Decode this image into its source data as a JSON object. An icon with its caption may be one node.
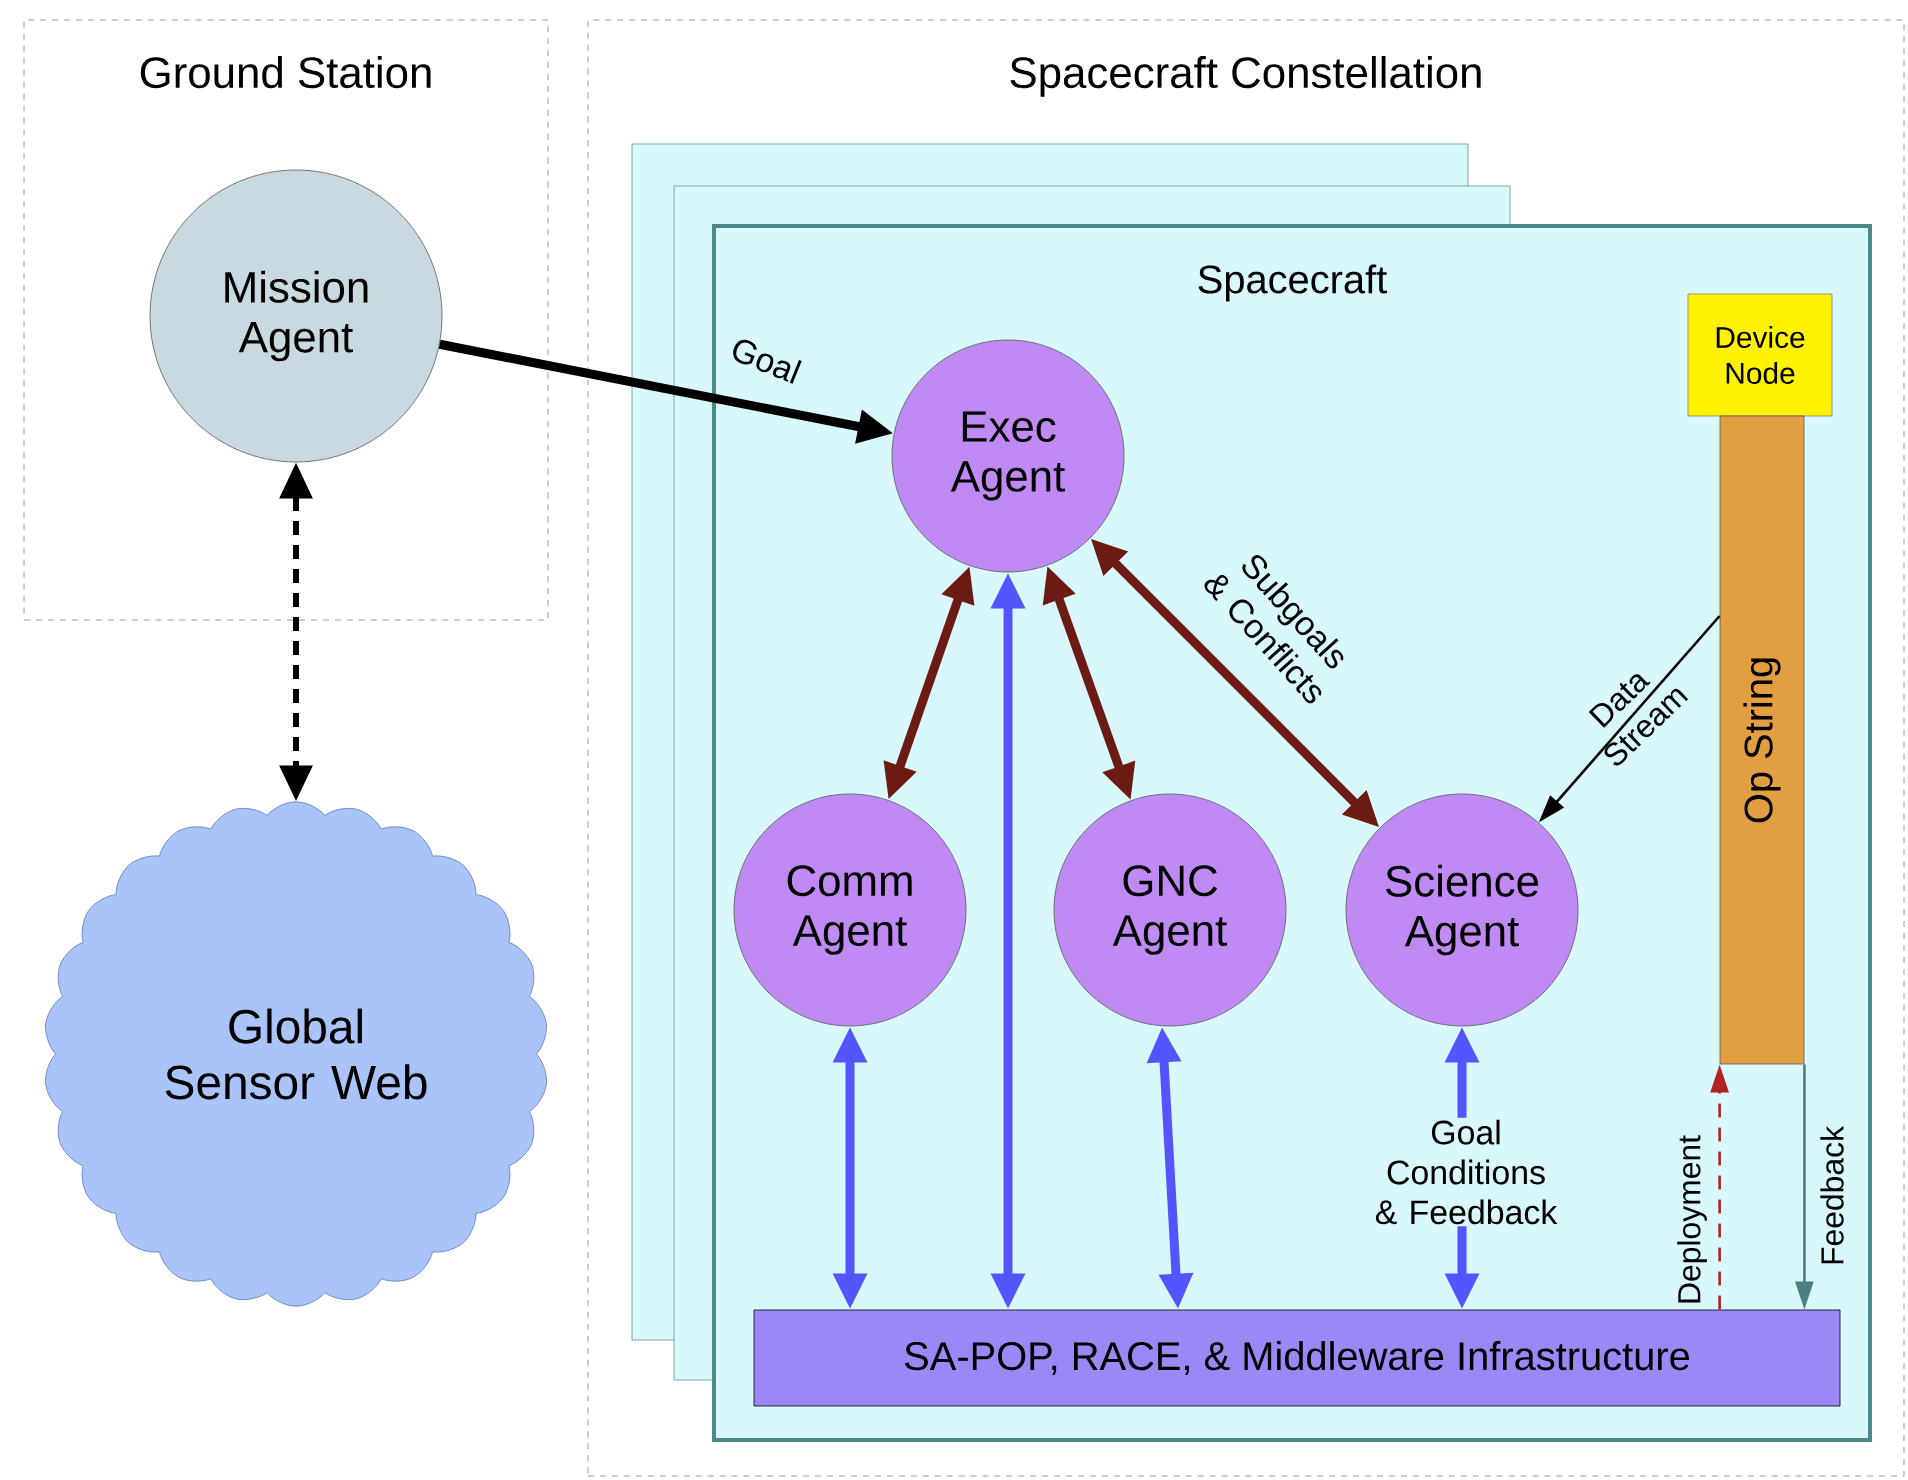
{
  "diagram": {
    "nodes": [
      {
        "text": [
          "Ground Station"
        ]
      },
      {
        "text": [
          "Mission Agent"
        ],
        "in": 0
      },
      {
        "text": [
          "Global Sensor Web"
        ]
      },
      {
        "text": [
          "Spacecraft Constellation"
        ]
      },
      {
        "text": [
          "Spacecraft"
        ],
        "in": 3
      },
      {
        "text": [
          "Exec Agent"
        ],
        "in": 4
      },
      {
        "text": [
          "Comm Agent"
        ],
        "in": 4
      },
      {
        "text": [
          "GNC Agent"
        ],
        "in": 4
      },
      {
        "text": [
          "Science Agent"
        ],
        "in": 4
      },
      {
        "text": [
          "Device Node"
        ],
        "in": 4
      },
      {
        "text": [
          "Op String"
        ],
        "in": 4
      },
      {
        "text": [
          "SA-POP, RACE, & Middleware Infrastructure"
        ],
        "in": 4
      }
    ],
    "edges": [
      {
        "from": 1,
        "to": 5,
        "arrow": "to",
        "label": "Goal",
        "color": "#000000"
      },
      {
        "from": 1,
        "to": 2,
        "arrow": "both",
        "style": "dashed",
        "color": "#000000"
      },
      {
        "from": 5,
        "to": 6,
        "arrow": "both",
        "color": "#6b1a14"
      },
      {
        "from": 5,
        "to": 7,
        "arrow": "both",
        "color": "#6b1a14"
      },
      {
        "from": 5,
        "to": 8,
        "arrow": "both",
        "label": "Subgoals & Conflicts",
        "color": "#6b1a14"
      },
      {
        "from": 5,
        "to": 11,
        "arrow": "both",
        "color": "#5555ff"
      },
      {
        "from": 6,
        "to": 11,
        "arrow": "both",
        "color": "#5555ff"
      },
      {
        "from": 7,
        "to": 11,
        "arrow": "both",
        "color": "#5555ff"
      },
      {
        "from": 8,
        "to": 11,
        "arrow": "both",
        "label": "Goal Conditions & Feedback",
        "color": "#5555ff"
      },
      {
        "from": 10,
        "to": 8,
        "arrow": "to",
        "label": "Data Stream",
        "color": "#000000"
      },
      {
        "from": 11,
        "to": 10,
        "arrow": "to",
        "label": "Deployment",
        "style": "dashed",
        "color": "#b22222"
      },
      {
        "from": 10,
        "to": 11,
        "arrow": "to",
        "label": "Feedback",
        "color": "#4a8080"
      }
    ]
  }
}
